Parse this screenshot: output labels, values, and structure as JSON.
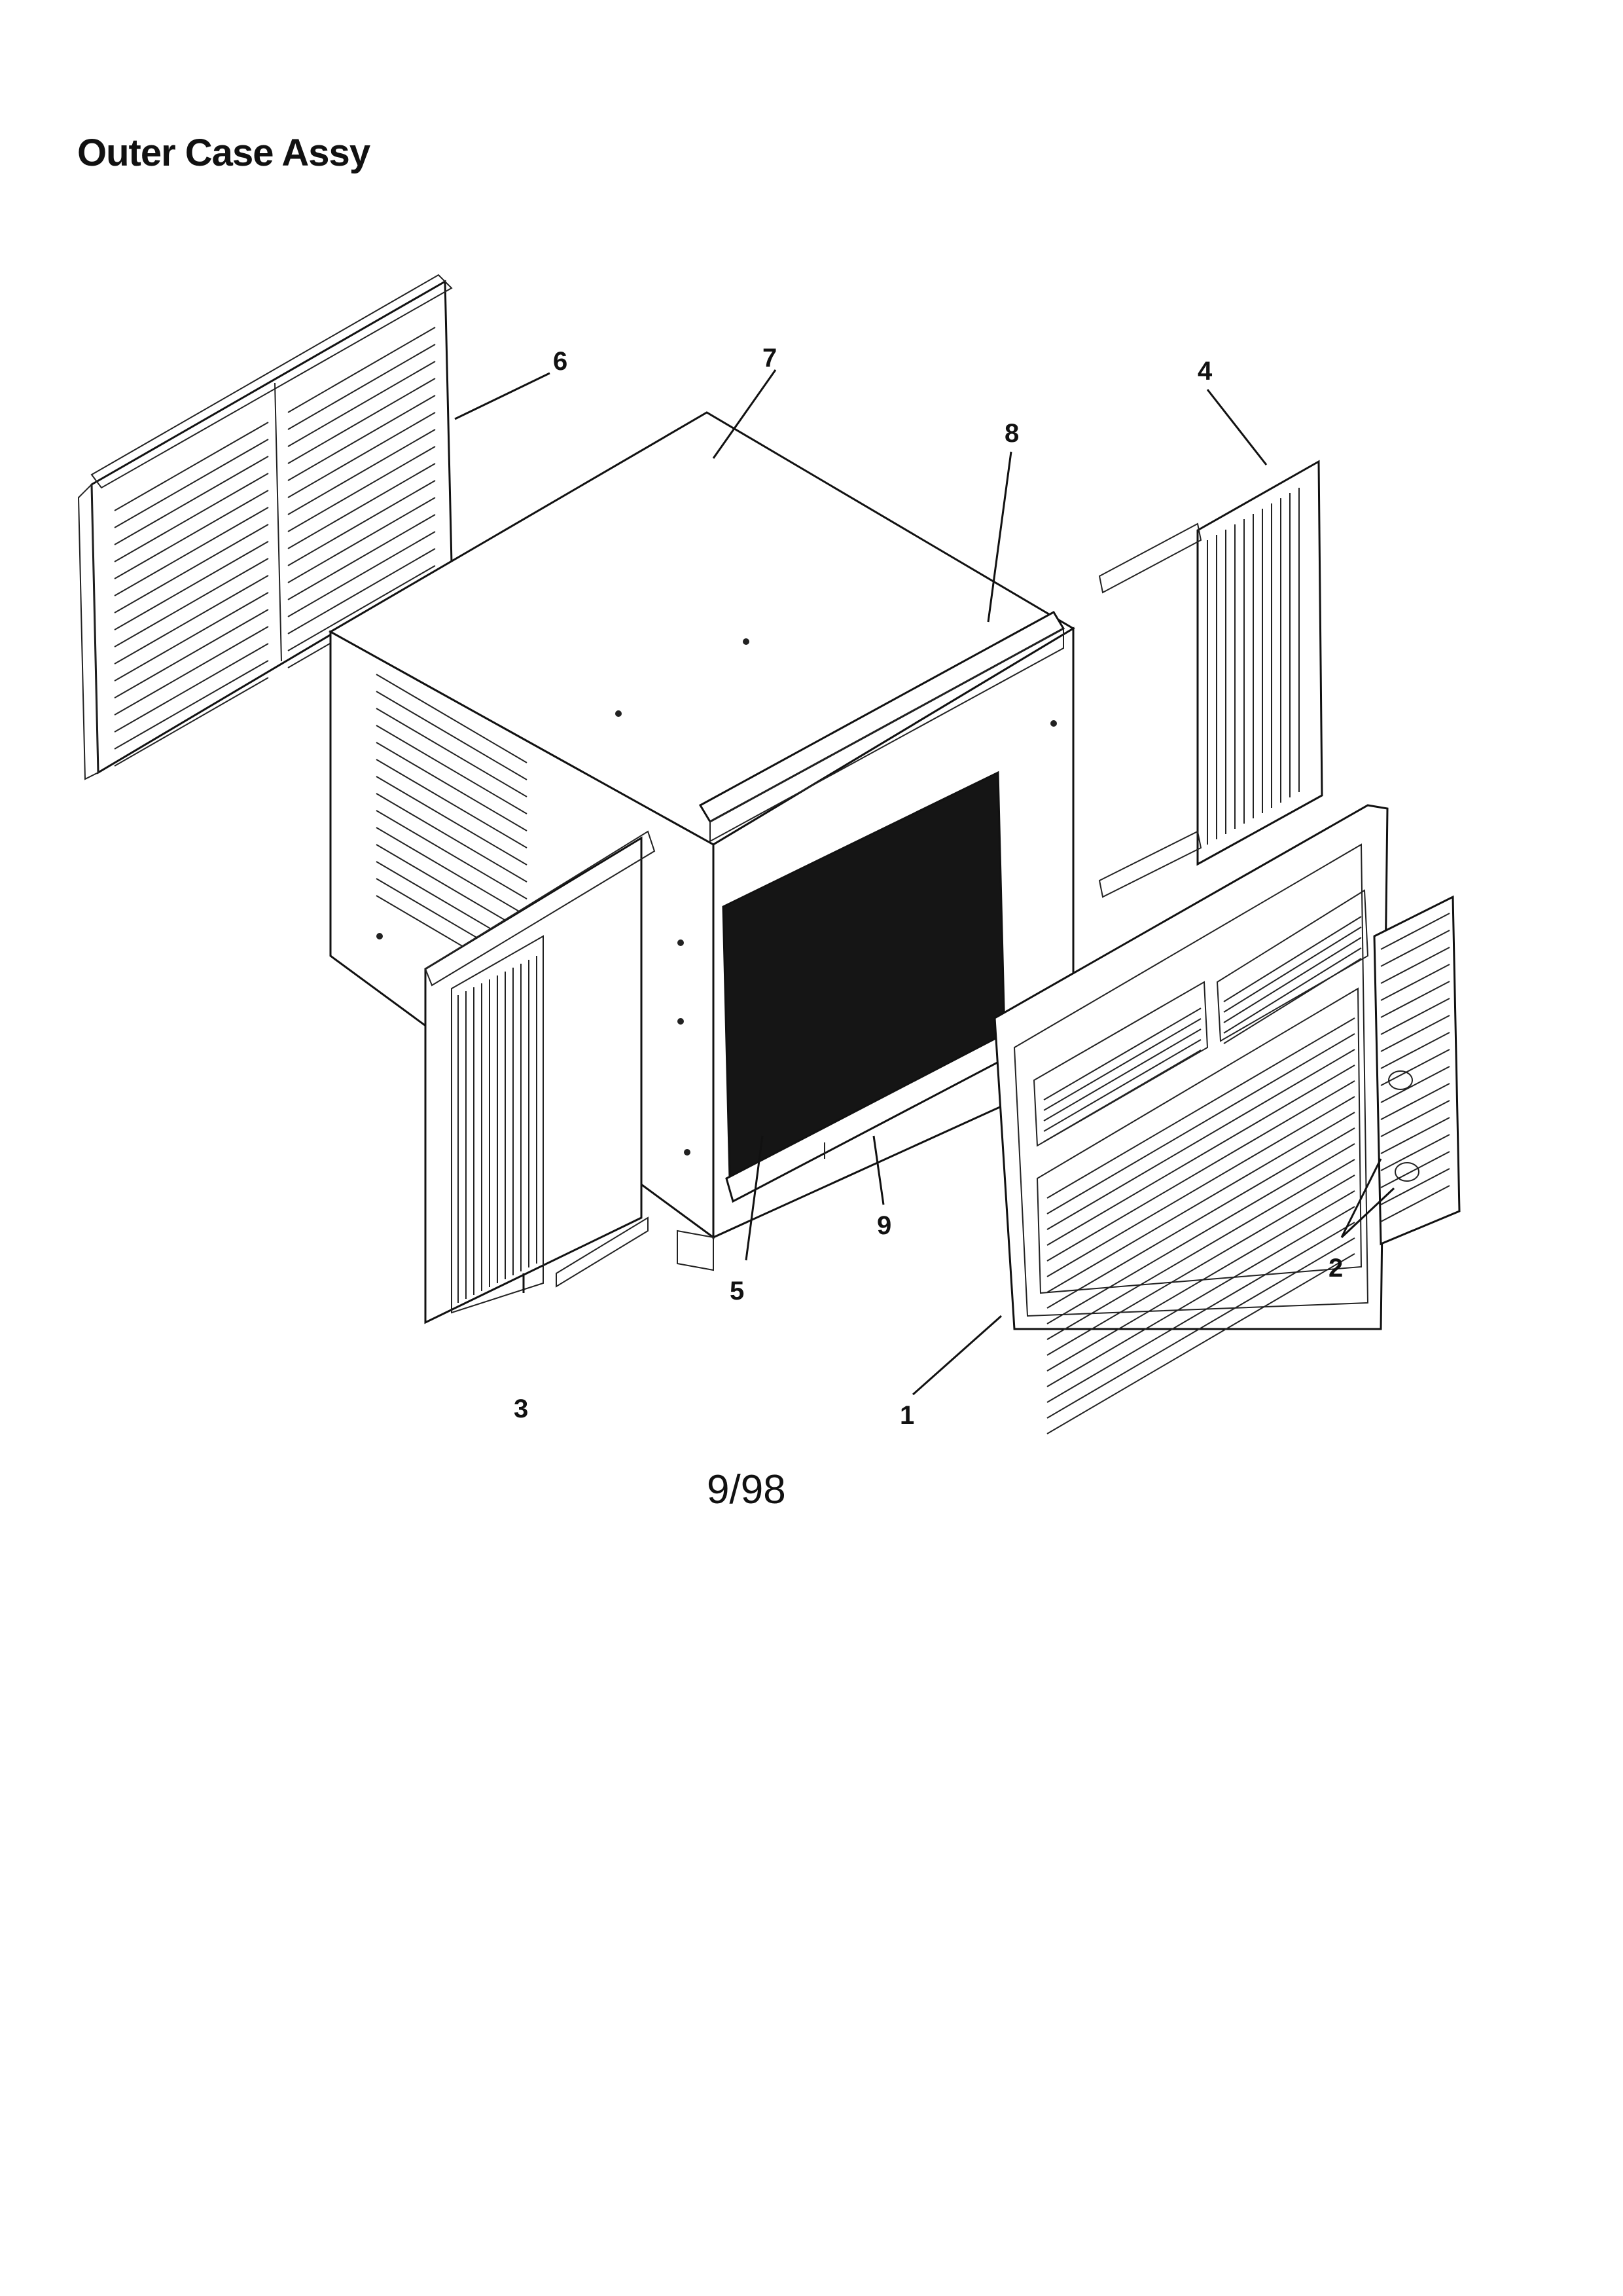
{
  "title": "Outer Case Assy",
  "date_code": "9/98",
  "callouts": [
    "1",
    "2",
    "3",
    "4",
    "5",
    "6",
    "7",
    "8",
    "9"
  ],
  "colors": {
    "ink": "#111111",
    "filter": "#151515",
    "paper": "#ffffff"
  }
}
